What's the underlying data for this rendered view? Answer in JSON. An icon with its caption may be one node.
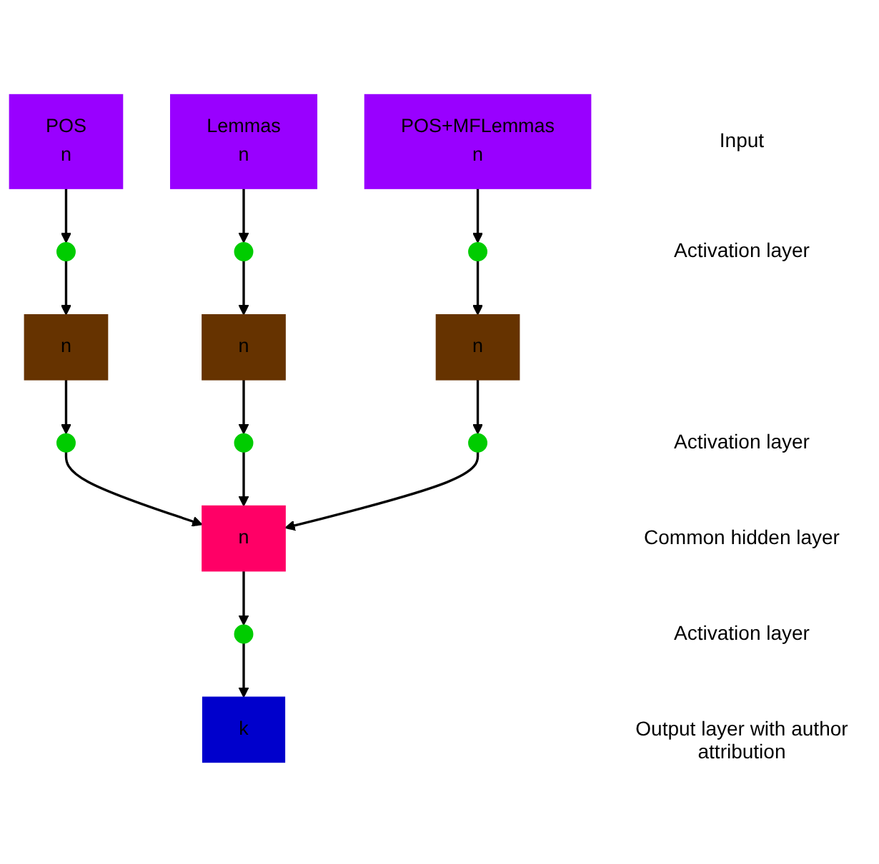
{
  "diagram": {
    "nodes": [
      {
        "text": [
          "POS",
          "n"
        ]
      },
      {
        "text": [
          "Lemmas",
          "n"
        ]
      },
      {
        "text": [
          "POS+MFLemmas",
          "n"
        ]
      },
      {
        "text": [],
        "shape": "circle"
      },
      {
        "text": [],
        "shape": "circle"
      },
      {
        "text": [],
        "shape": "circle"
      },
      {
        "text": [
          "n"
        ]
      },
      {
        "text": [
          "n"
        ]
      },
      {
        "text": [
          "n"
        ]
      },
      {
        "text": [],
        "shape": "circle"
      },
      {
        "text": [],
        "shape": "circle"
      },
      {
        "text": [],
        "shape": "circle"
      },
      {
        "text": [
          "n"
        ]
      },
      {
        "text": [],
        "shape": "circle"
      },
      {
        "text": [
          "k"
        ]
      }
    ],
    "edges": [
      {
        "from": 0,
        "to": 3,
        "arrow": "to"
      },
      {
        "from": 1,
        "to": 4,
        "arrow": "to"
      },
      {
        "from": 2,
        "to": 5,
        "arrow": "to"
      },
      {
        "from": 3,
        "to": 6,
        "arrow": "to"
      },
      {
        "from": 4,
        "to": 7,
        "arrow": "to"
      },
      {
        "from": 5,
        "to": 8,
        "arrow": "to"
      },
      {
        "from": 6,
        "to": 9,
        "arrow": "to"
      },
      {
        "from": 7,
        "to": 10,
        "arrow": "to"
      },
      {
        "from": 8,
        "to": 11,
        "arrow": "to"
      },
      {
        "from": 9,
        "to": 12,
        "arrow": "to"
      },
      {
        "from": 10,
        "to": 12,
        "arrow": "to"
      },
      {
        "from": 11,
        "to": 12,
        "arrow": "to"
      },
      {
        "from": 12,
        "to": 13,
        "arrow": "to"
      },
      {
        "from": 13,
        "to": 14,
        "arrow": "to"
      }
    ],
    "labels": [
      "Input",
      "Activation layer",
      "Activation layer",
      "Common hidden layer",
      "Activation layer",
      "Output layer with author attribution"
    ]
  }
}
